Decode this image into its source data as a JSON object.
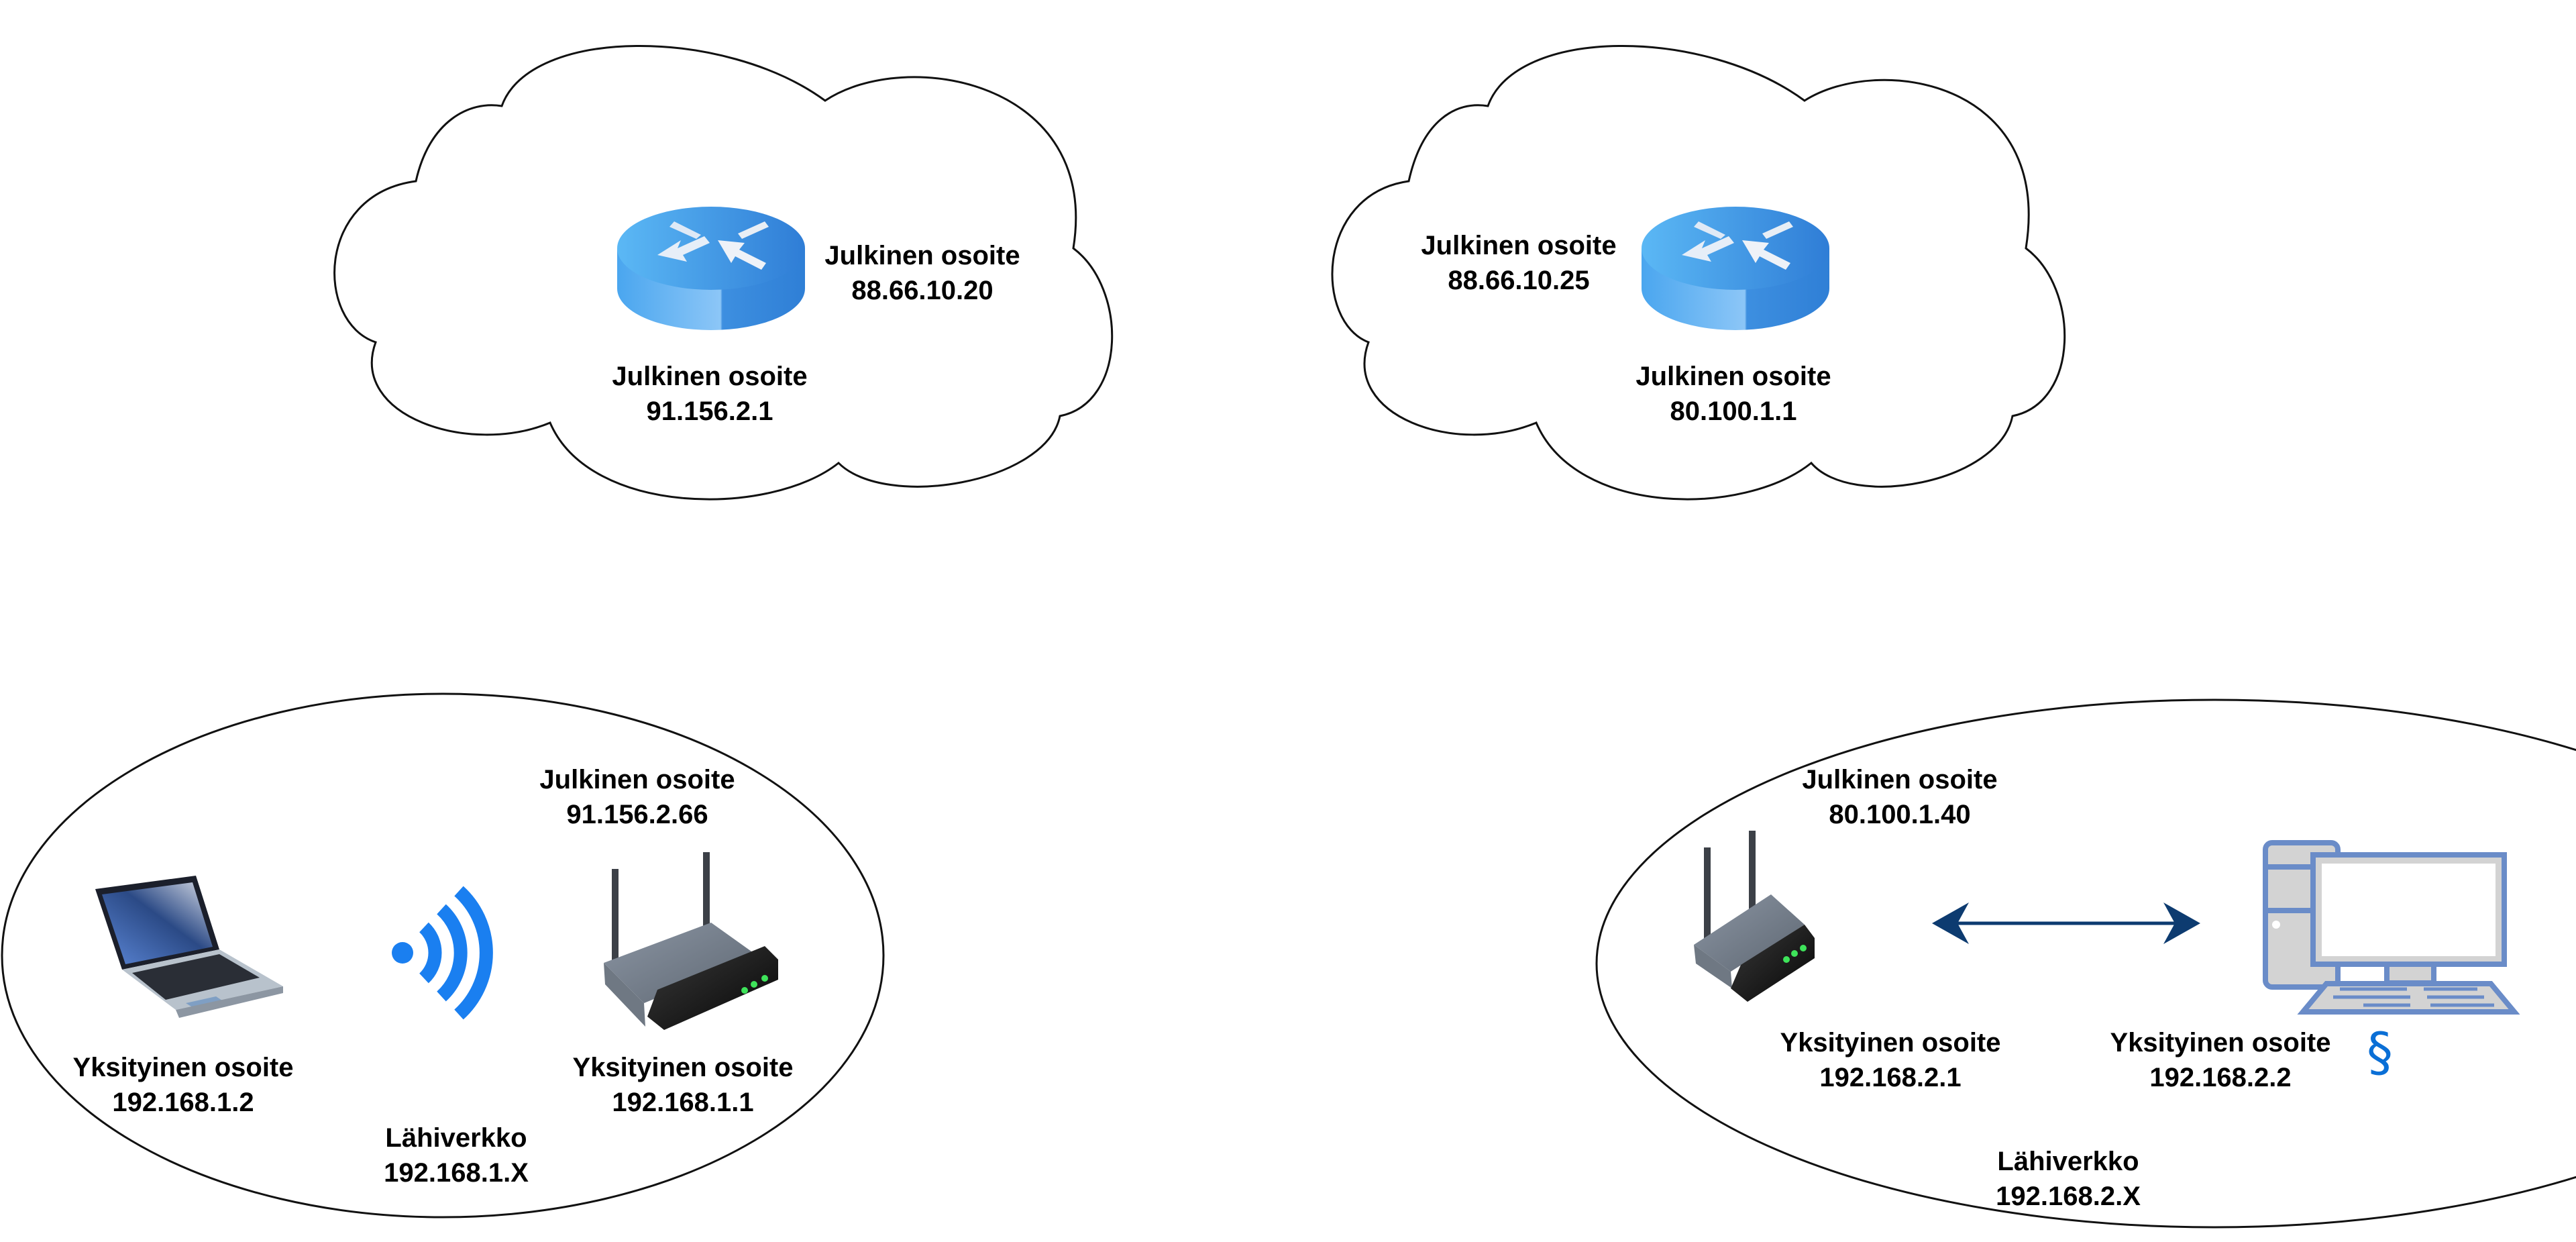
{
  "diagram": {
    "internet_clouds": [
      {
        "name": "isp-cloud-1",
        "router": "isp-router",
        "labels": [
          {
            "title": "Julkinen osoite",
            "address": "88.66.10.20"
          },
          {
            "title": "Julkinen osoite",
            "address": "91.156.2.1"
          }
        ]
      },
      {
        "name": "isp-cloud-2",
        "router": "isp-router",
        "labels": [
          {
            "title": "Julkinen osoite",
            "address": "88.66.10.25"
          },
          {
            "title": "Julkinen osoite",
            "address": "80.100.1.1"
          }
        ]
      }
    ],
    "lan_1": {
      "router_public": {
        "title": "Julkinen osoite",
        "address": "91.156.2.66"
      },
      "router_private": {
        "title": "Yksityinen osoite",
        "address": "192.168.1.1"
      },
      "laptop": {
        "title": "Yksityinen osoite",
        "address": "192.168.1.2"
      },
      "network": {
        "title": "Lähiverkko",
        "address": "192.168.1.X"
      },
      "link": "wireless"
    },
    "lan_2": {
      "router_public": {
        "title": "Julkinen osoite",
        "address": "80.100.1.40"
      },
      "router_private": {
        "title": "Yksityinen osoite",
        "address": "192.168.2.1"
      },
      "desktop": {
        "title": "Yksityinen osoite",
        "address": "192.168.2.2"
      },
      "network": {
        "title": "Lähiverkko",
        "address": "192.168.2.X"
      },
      "link": "bidirectional-wired",
      "section_mark": "§"
    },
    "colors": {
      "outline": "#000000",
      "router_blue": "#3a8ee0",
      "wifi_blue": "#1a7ff0",
      "arrow_navy": "#0d3b70",
      "desktop_outline": "#6a8cc8",
      "desktop_fill": "#d3d3d3",
      "section_mark": "#0a6fd6"
    }
  }
}
